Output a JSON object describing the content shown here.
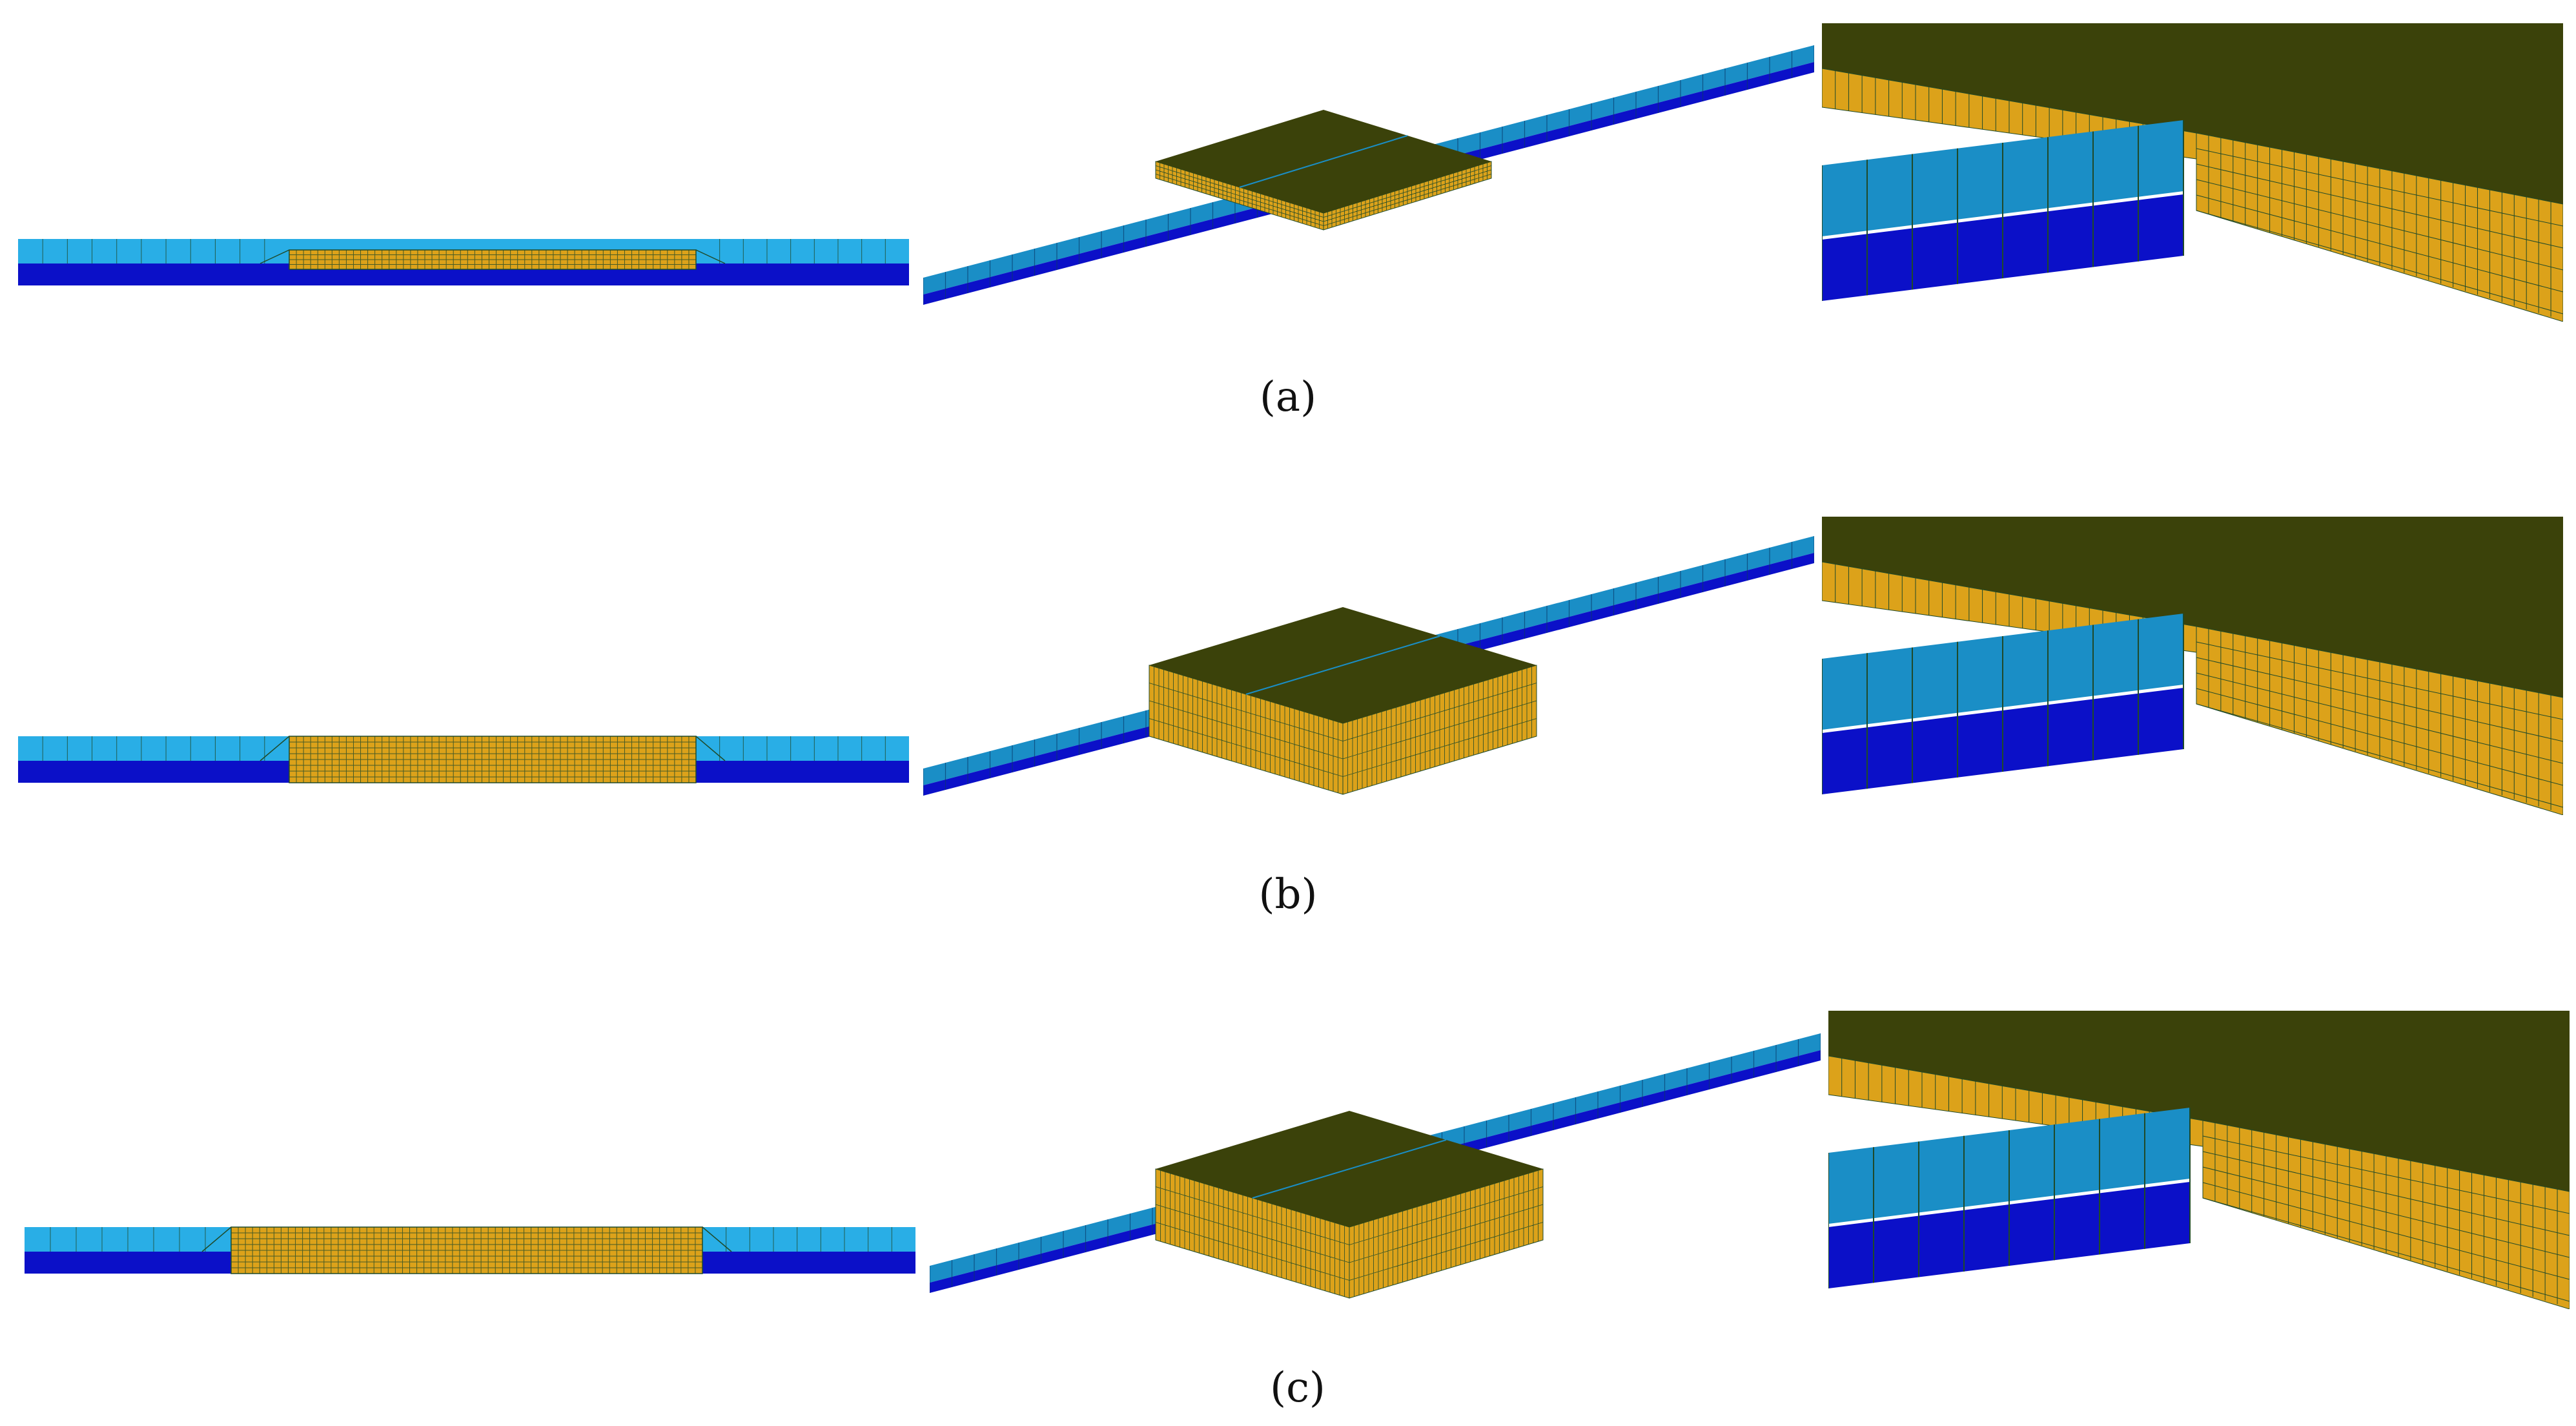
{
  "figure": {
    "rows": [
      {
        "label": "(a)",
        "caption_name": "caption-a"
      },
      {
        "label": "(b)",
        "caption_name": "caption-b"
      },
      {
        "label": "(c)",
        "caption_name": "caption-c"
      }
    ]
  },
  "colors": {
    "light_blue": "#29aee6",
    "steel_blue": "#1a8ec6",
    "dark_blue": "#0b10c8",
    "gold": "#dca21a",
    "olive": "#3b420a",
    "mesh_line": "#1f4a2a"
  }
}
